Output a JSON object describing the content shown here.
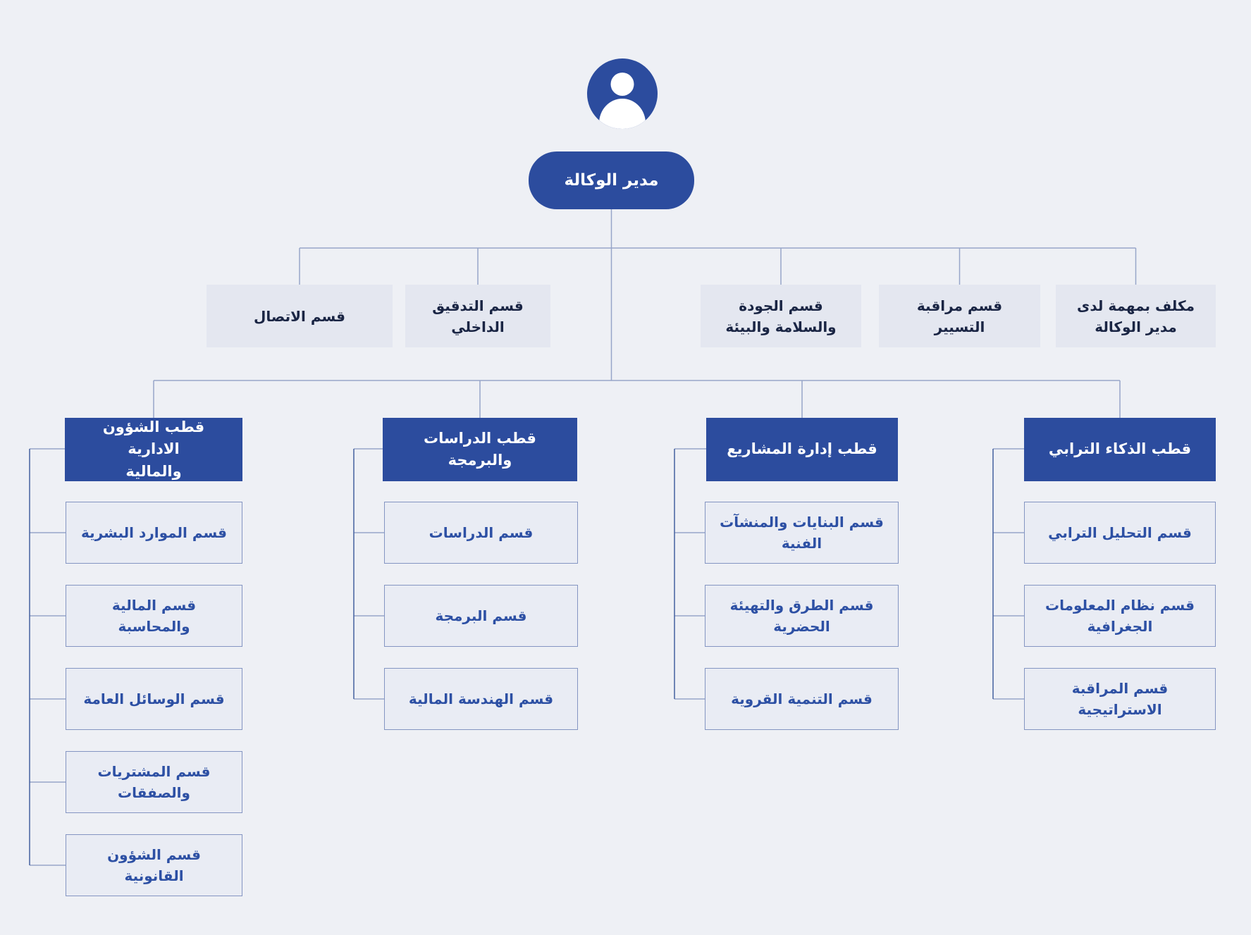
{
  "org": {
    "root": {
      "label": "مدير الوكالة"
    },
    "staff_units": [
      "قسم الاتصال",
      "قسم التدقيق\nالداخلي",
      "قسم الجودة\nوالسلامة والبيئة",
      "قسم مراقبة\nالتسيير",
      "مكلف بمهمة لدى\nمدير الوكالة"
    ],
    "poles": [
      {
        "label": "قطب الشؤون الادارية\nوالمالية",
        "children": [
          "قسم الموارد البشرية",
          "قسم المالية والمحاسبة",
          "قسم الوسائل العامة",
          "قسم المشتريات\nوالصفقات",
          "قسم الشؤون القانونية"
        ]
      },
      {
        "label": "قطب الدراسات والبرمجة",
        "children": [
          "قسم الدراسات",
          "قسم البرمجة",
          "قسم الهندسة المالية"
        ]
      },
      {
        "label": "قطب إدارة المشاريع",
        "children": [
          "قسم البنايات والمنشآت\nالفنية",
          "قسم الطرق والتهيئة\nالحضرية",
          "قسم التنمية القروية"
        ]
      },
      {
        "label": "قطب الذكاء الترابي",
        "children": [
          "قسم التحليل الترابي",
          "قسم نظام المعلومات\nالجغرافية",
          "قسم المراقبة\nالاستراتيجية"
        ]
      }
    ]
  },
  "icons": {
    "avatar": "person-silhouette-icon"
  },
  "colors": {
    "background": "#eef0f5",
    "accent_blue": "#2c4c9e",
    "staff_box_fill": "#e4e7f0",
    "staff_box_text": "#1a2544",
    "child_box_fill": "#e9ecf4",
    "child_box_border": "#8495c2",
    "child_box_text": "#2d50a4",
    "connector_light": "#97a5c9",
    "connector_dark": "#44609f"
  }
}
